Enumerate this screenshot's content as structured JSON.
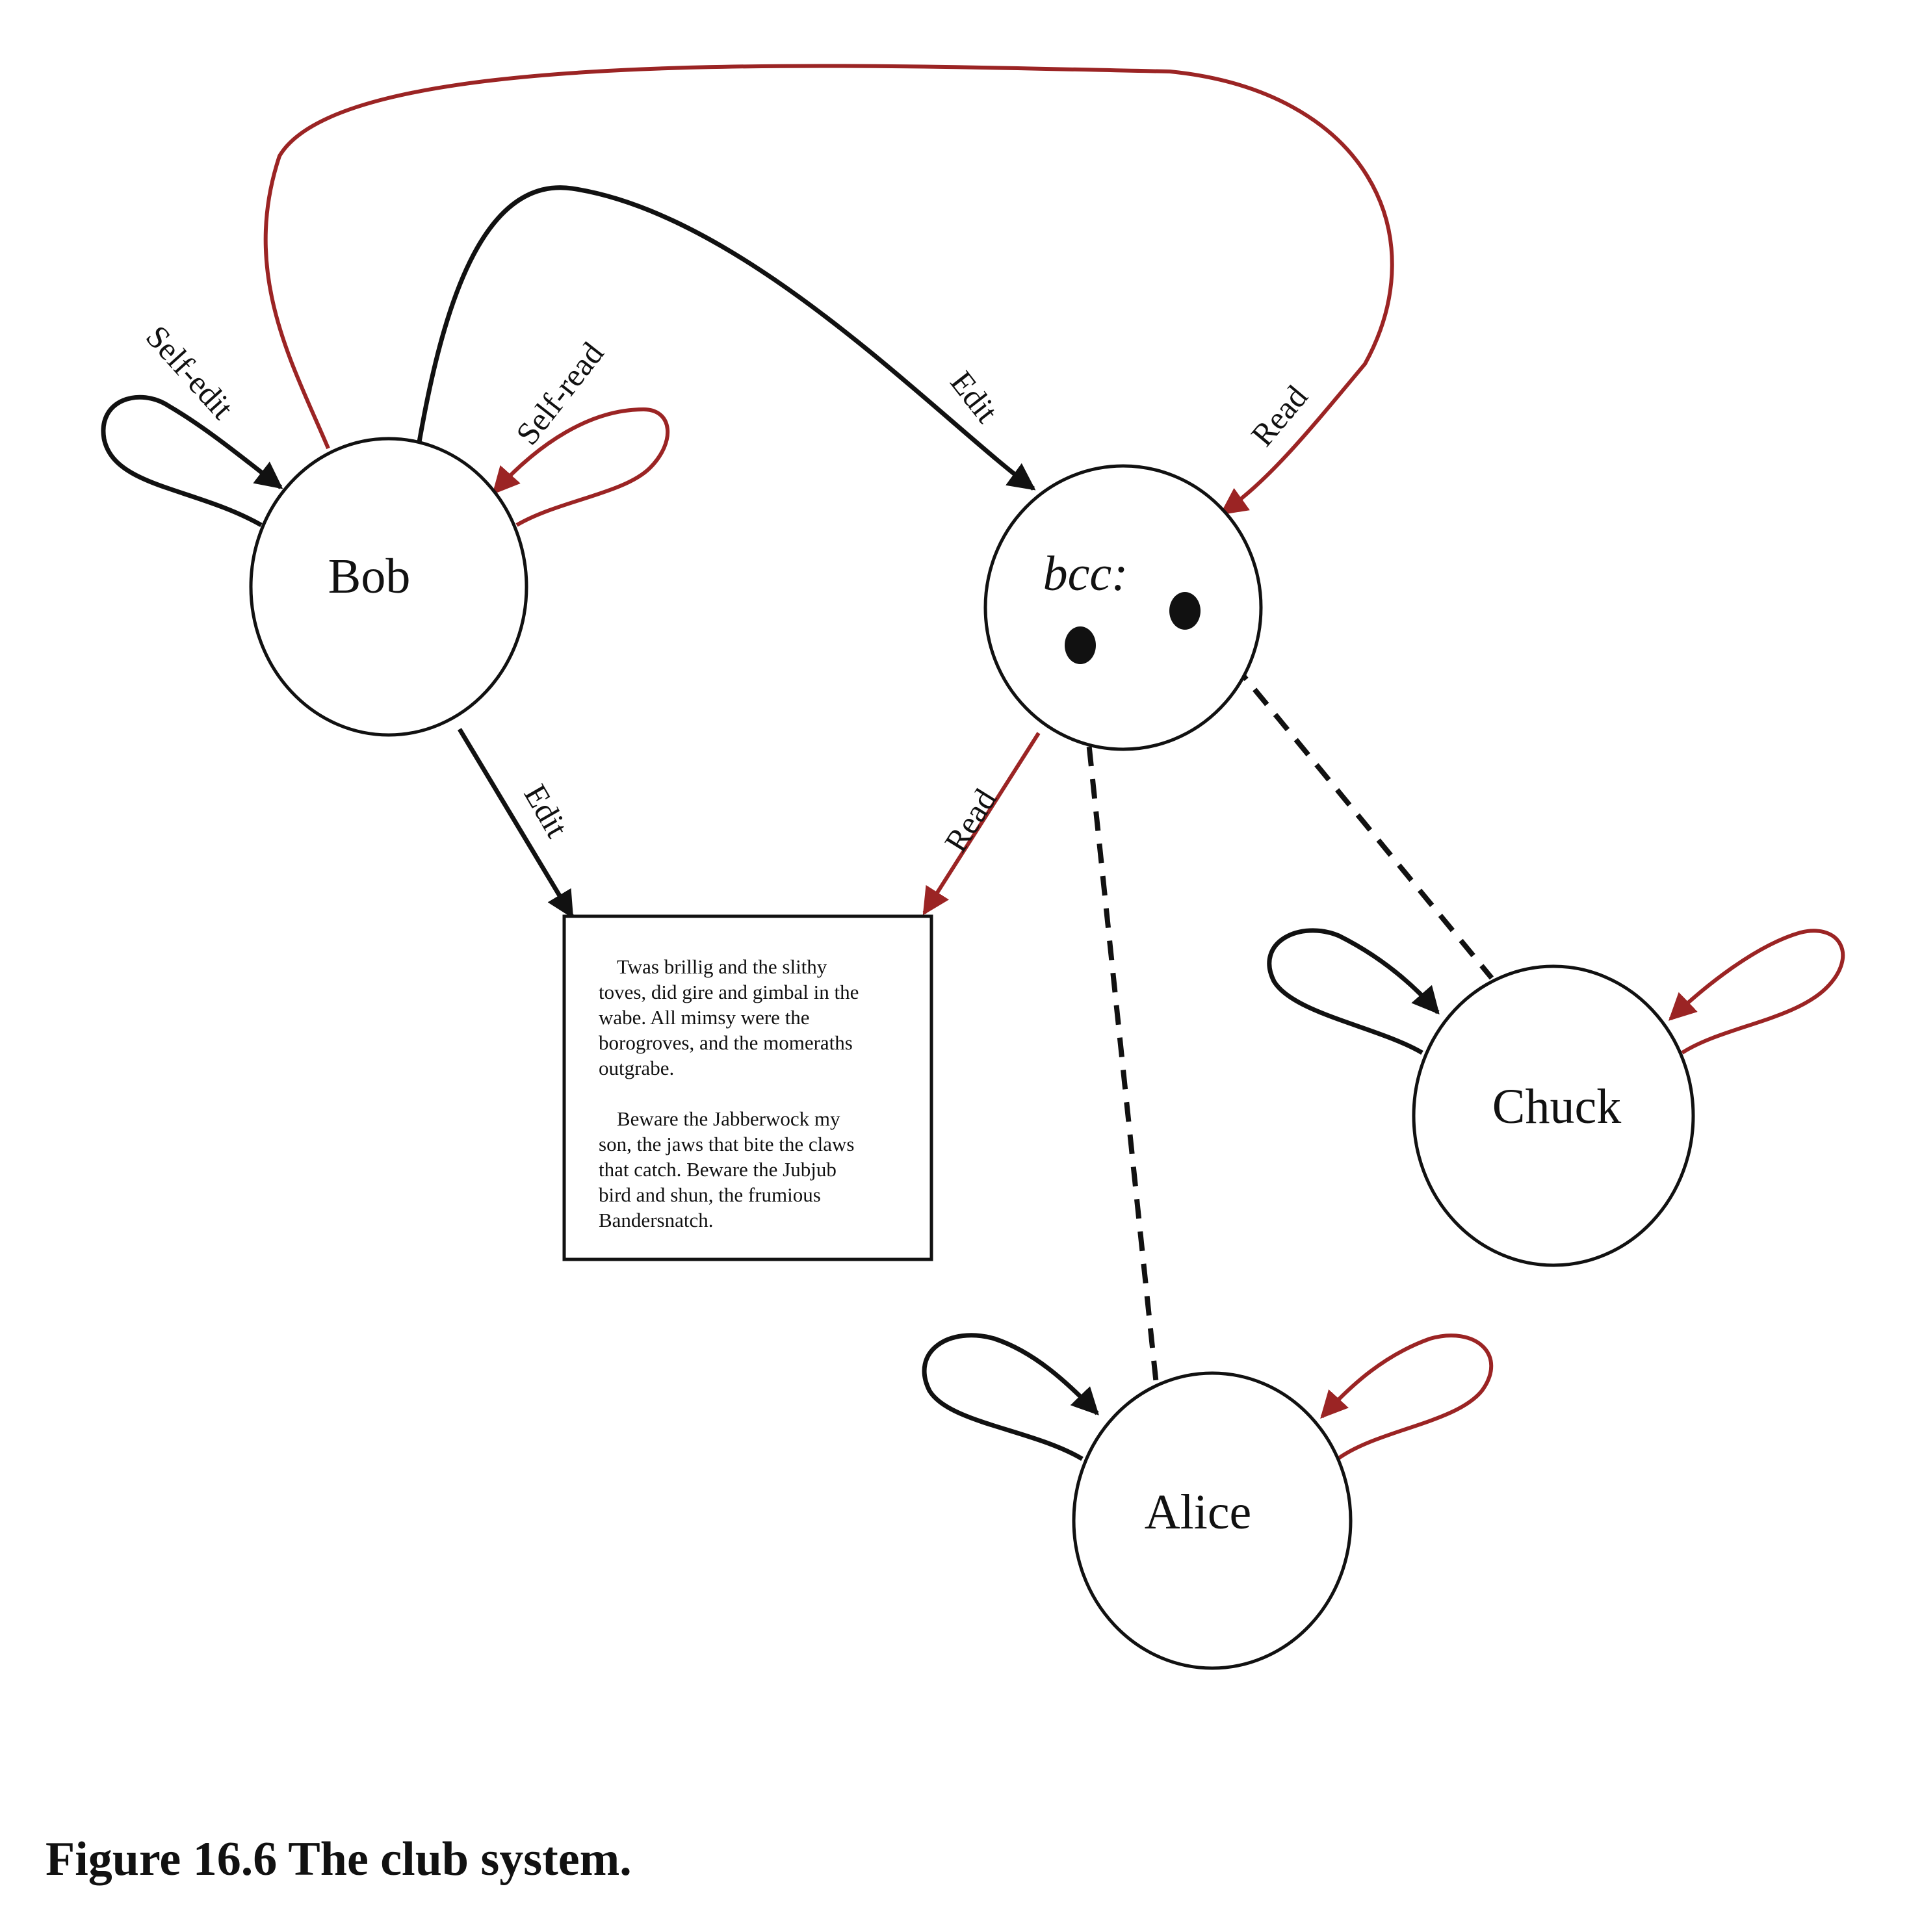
{
  "nodes": {
    "bob": "Bob",
    "bcc": "bcc:",
    "chuck": "Chuck",
    "alice": "Alice"
  },
  "edge_labels": {
    "bob_self_edit": "Self-edit",
    "bob_self_read": "Self-read",
    "bob_edit_bcc": "Edit",
    "bob_read_bcc": "Read",
    "bob_edit_doc": "Edit",
    "bcc_read_doc": "Read"
  },
  "document": {
    "lines": [
      "Twas brillig and the slithy",
      "toves, did gire and gimbal in the",
      "wabe. All mimsy were the",
      "borogroves, and the momeraths",
      "outgrabe.",
      "",
      "Beware the Jabberwock my",
      "son, the jaws that bite the claws",
      "that catch. Beware the Jubjub",
      "bird and shun, the frumious",
      "Bandersnatch."
    ]
  },
  "caption": "Figure 16.6  The club system.",
  "colors": {
    "edit_edge": "#111111",
    "read_edge": "#9b2424"
  }
}
